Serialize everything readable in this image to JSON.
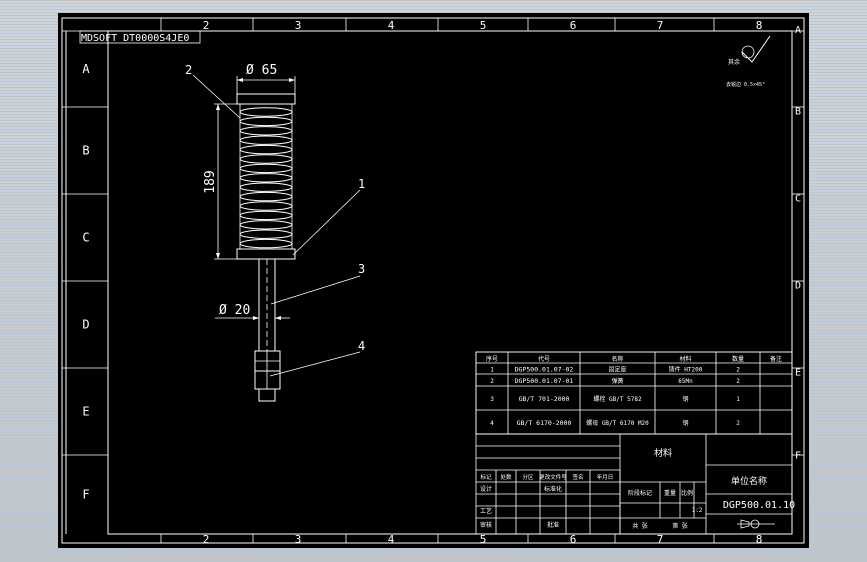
{
  "drawing": {
    "header_code": "MDSOFT DT0000S4JE0",
    "col_labels": [
      "2",
      "3",
      "4",
      "5",
      "6",
      "7",
      "8"
    ],
    "row_labels": [
      "A",
      "B",
      "C",
      "D",
      "E",
      "F"
    ]
  },
  "dimensions": {
    "top_diameter": "Ø 65",
    "height": "189",
    "shaft_diameter": "Ø 20"
  },
  "balloons": [
    "1",
    "2",
    "3",
    "4"
  ],
  "roughness_note": {
    "line1": "其余",
    "line2": "去锐边 0.5×45°"
  },
  "bom": {
    "headers": [
      "序号",
      "代号",
      "名称",
      "材料",
      "数量",
      "备注"
    ],
    "rows": [
      {
        "no": "1",
        "code": "DGP500.01.07-02",
        "name": "固定座",
        "material": "铸件 HT200",
        "qty": "2",
        "note": ""
      },
      {
        "no": "2",
        "code": "DGP500.01.07-01",
        "name": "弹簧",
        "material": "65Mn",
        "qty": "2",
        "note": ""
      },
      {
        "no": "3",
        "code": "GB/T 701-2000",
        "name": "螺栓 GB/T 5782",
        "material": "钢",
        "qty": "1",
        "note": ""
      },
      {
        "no": "4",
        "code": "GB/T 6170-2000",
        "name": "螺母 GB/T 6170 M20",
        "material": "钢",
        "qty": "2",
        "note": ""
      }
    ]
  },
  "title_block": {
    "material_cell": "材料",
    "company_cell": "单位名称",
    "drawing_no": "DGP500.01.10",
    "change_labels": [
      "标记",
      "处数",
      "分区",
      "更改文件号",
      "签名",
      "年月日"
    ],
    "role_labels": [
      "设计",
      "审核",
      "工艺"
    ],
    "std_label": "标准化",
    "approve_label": "批准",
    "stage_label": "阶段标记",
    "weight_label": "重量",
    "scale_label": "比例",
    "scale_value": "1:2",
    "sheet_label": "共 张",
    "sheet_label2": "第 张"
  }
}
